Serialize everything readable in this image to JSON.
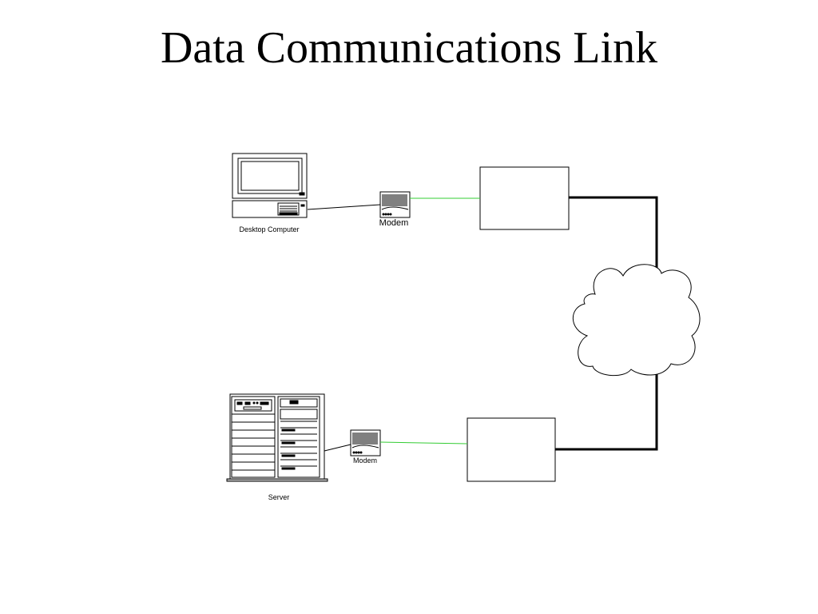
{
  "title": "Data Communications Link",
  "labels": {
    "desktop": "Desktop Computer",
    "modem_top": "Modem",
    "modem_bottom": "Modem",
    "server": "Server"
  },
  "colors": {
    "green_link": "#33cc33",
    "line": "#000000"
  }
}
